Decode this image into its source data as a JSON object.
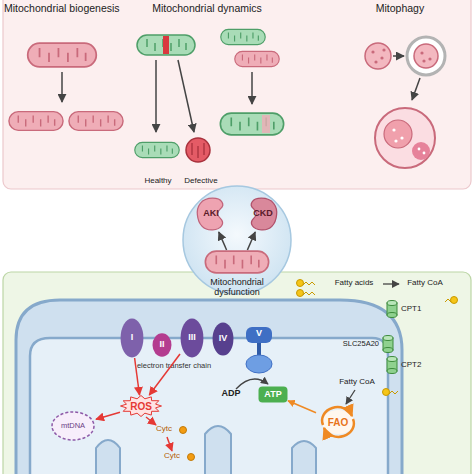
{
  "diagram": {
    "nodes": [
      {
        "text": [
          "AKI"
        ]
      },
      {
        "text": [
          "CKD"
        ]
      },
      {
        "text": [
          "Mitochondrial dysfunction"
        ]
      },
      {
        "text": [
          "I"
        ]
      },
      {
        "text": [
          "II"
        ]
      },
      {
        "text": [
          "III"
        ]
      },
      {
        "text": [
          "IV"
        ]
      },
      {
        "text": [
          "V"
        ]
      },
      {
        "text": [
          "ATP"
        ]
      },
      {
        "text": [
          "ROS"
        ]
      },
      {
        "text": [
          "mtDNA"
        ]
      },
      {
        "text": [
          "FAO"
        ]
      },
      {
        "text": [
          "CPT1"
        ]
      },
      {
        "text": [
          "SLC25A20"
        ]
      },
      {
        "text": [
          "CPT2"
        ]
      }
    ],
    "edges": [
      {
        "from": 2,
        "to": 0,
        "arrow": "to"
      },
      {
        "from": 2,
        "to": 1,
        "arrow": "to"
      },
      {
        "from": 3,
        "to": 9,
        "arrow": "to"
      },
      {
        "from": 5,
        "to": 9,
        "arrow": "to"
      },
      {
        "from": 9,
        "to": 10,
        "arrow": "to"
      },
      {
        "from": 11,
        "to": 8,
        "arrow": "to"
      }
    ],
    "labels": [
      "Mitochondrial biogenesis",
      "Mitochondrial dynamics",
      "Mitophagy",
      "Healthy",
      "Defective",
      "electron transfer chain",
      "ADP",
      "Cytc",
      "Cytc",
      "Fatty acids",
      "Fatty CoA",
      "Fatty CoA"
    ]
  }
}
